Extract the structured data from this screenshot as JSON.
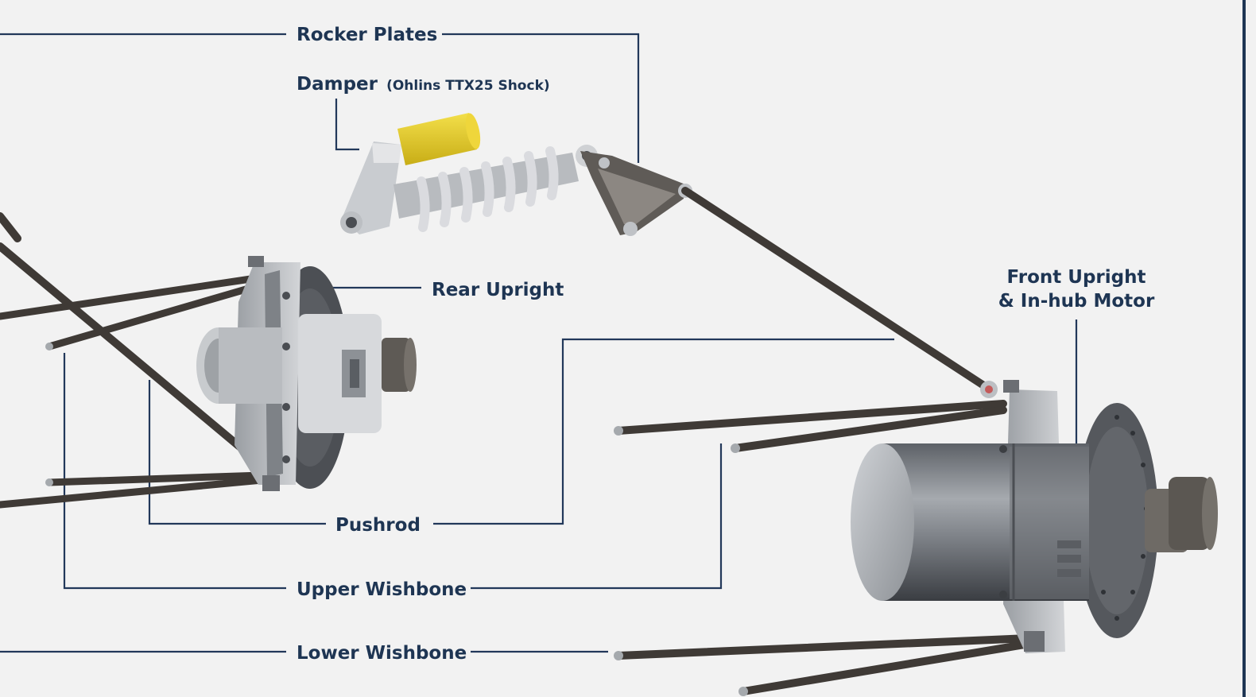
{
  "labels": {
    "rocker_plates": "Rocker Plates",
    "damper": "Damper",
    "damper_detail": "(Ohlins TTX25 Shock)",
    "rear_upright": "Rear Upright",
    "front_upright_line1": "Front Upright",
    "front_upright_line2": "& In-hub Motor",
    "pushrod": "Pushrod",
    "upper_wishbone": "Upper Wishbone",
    "lower_wishbone": "Lower Wishbone"
  },
  "colors": {
    "background": "#f2f2f2",
    "label_text": "#1e3553",
    "leader_line": "#22385a",
    "rod": "#3f3a36",
    "damper_reservoir": "#e2c92a",
    "spring": "#d8d8dc",
    "motor_housing": "#9b9fa4"
  }
}
